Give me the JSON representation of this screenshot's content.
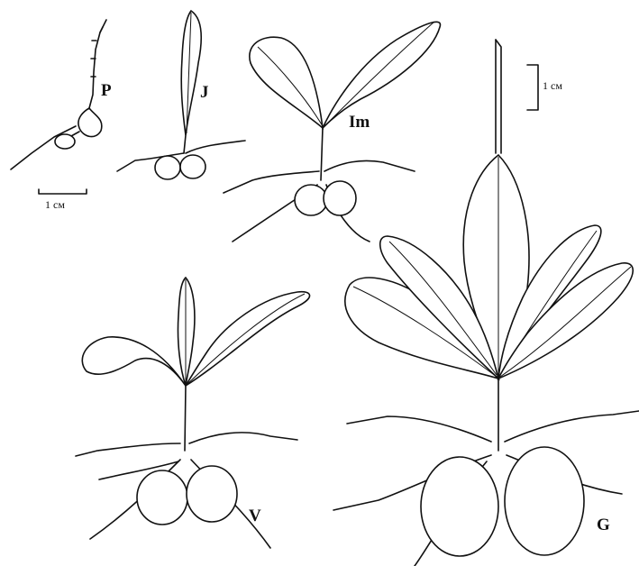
{
  "stages": [
    {
      "id": "p",
      "label": "P"
    },
    {
      "id": "j",
      "label": "J"
    },
    {
      "id": "im",
      "label": "Im"
    },
    {
      "id": "v",
      "label": "V"
    },
    {
      "id": "g",
      "label": "G"
    }
  ],
  "scale_bars": [
    {
      "id": "left",
      "text": "1 см"
    },
    {
      "id": "right",
      "text": "1 см"
    }
  ]
}
